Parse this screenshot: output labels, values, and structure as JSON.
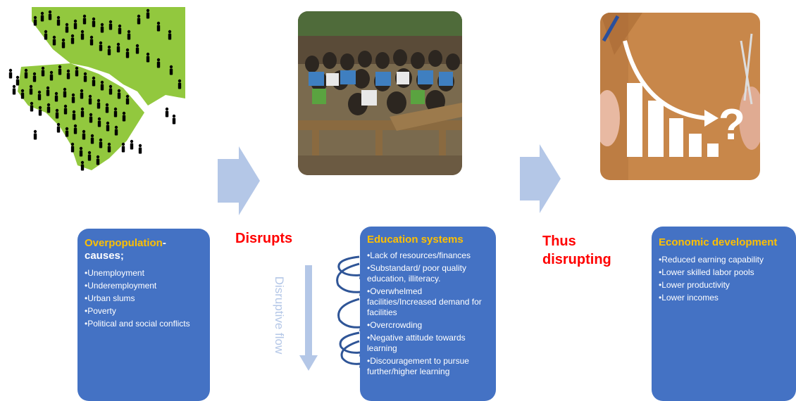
{
  "stage1": {
    "title": "Overpopulation",
    "title_suffix": "-",
    "subtitle": "causes;",
    "items": [
      "Unemployment",
      "Underemployment",
      "Urban slums",
      "Poverty",
      "Political and social conflicts"
    ]
  },
  "connector1": {
    "label": "Disrupts"
  },
  "stage2": {
    "title": "Education systems",
    "items": [
      "Lack of resources/finances",
      "Substandard/ poor quality education, illiteracy.",
      "Overwhelmed facilities/Increased demand for facilities",
      "Overcrowding",
      "Negative attitude towards learning",
      "Discouragement to pursue further/higher learning"
    ]
  },
  "flow": {
    "label": "Disruptive flow"
  },
  "connector2": {
    "label_line1": "Thus",
    "label_line2": "disrupting"
  },
  "stage3": {
    "title": "Economic development",
    "items": [
      "Reduced earning capability",
      "Lower skilled labor pools",
      "Lower productivity",
      "Lower incomes"
    ]
  },
  "colors": {
    "box_fill": "#4472c4",
    "title_accent": "#ffc000",
    "connector_text": "#ff0000",
    "arrow_fill": "#b4c7e7"
  }
}
